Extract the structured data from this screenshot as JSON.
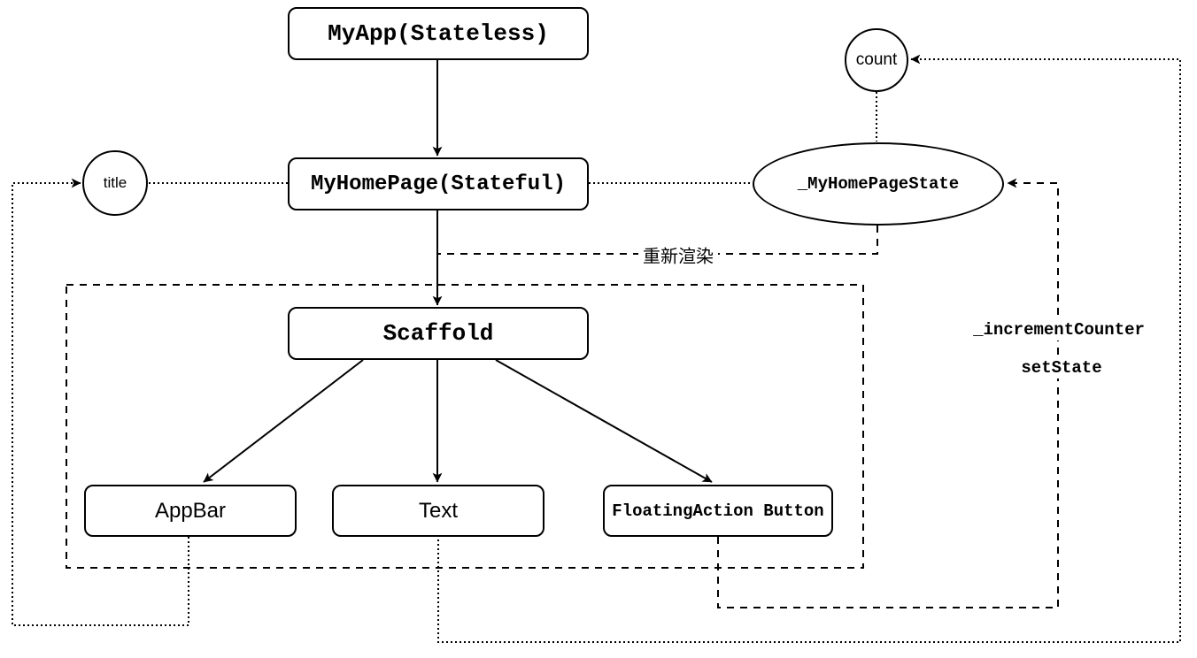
{
  "diagram": {
    "background_color": "#ffffff",
    "stroke_color": "#000000",
    "nodes": {
      "myapp": {
        "label": "MyApp(Stateless)"
      },
      "myhomepage": {
        "label": "MyHomePage(Stateful)"
      },
      "scaffold": {
        "label": "Scaffold"
      },
      "appbar": {
        "label": "AppBar"
      },
      "text": {
        "label": "Text"
      },
      "fab": {
        "label": "FloatingAction Button"
      },
      "title_prop": {
        "label": "title"
      },
      "count_prop": {
        "label": "count"
      },
      "state": {
        "label": "_MyHomePageState"
      }
    },
    "edge_labels": {
      "rerender": "重新渲染",
      "increment": "_incrementCounter",
      "setstate": "setState"
    }
  }
}
